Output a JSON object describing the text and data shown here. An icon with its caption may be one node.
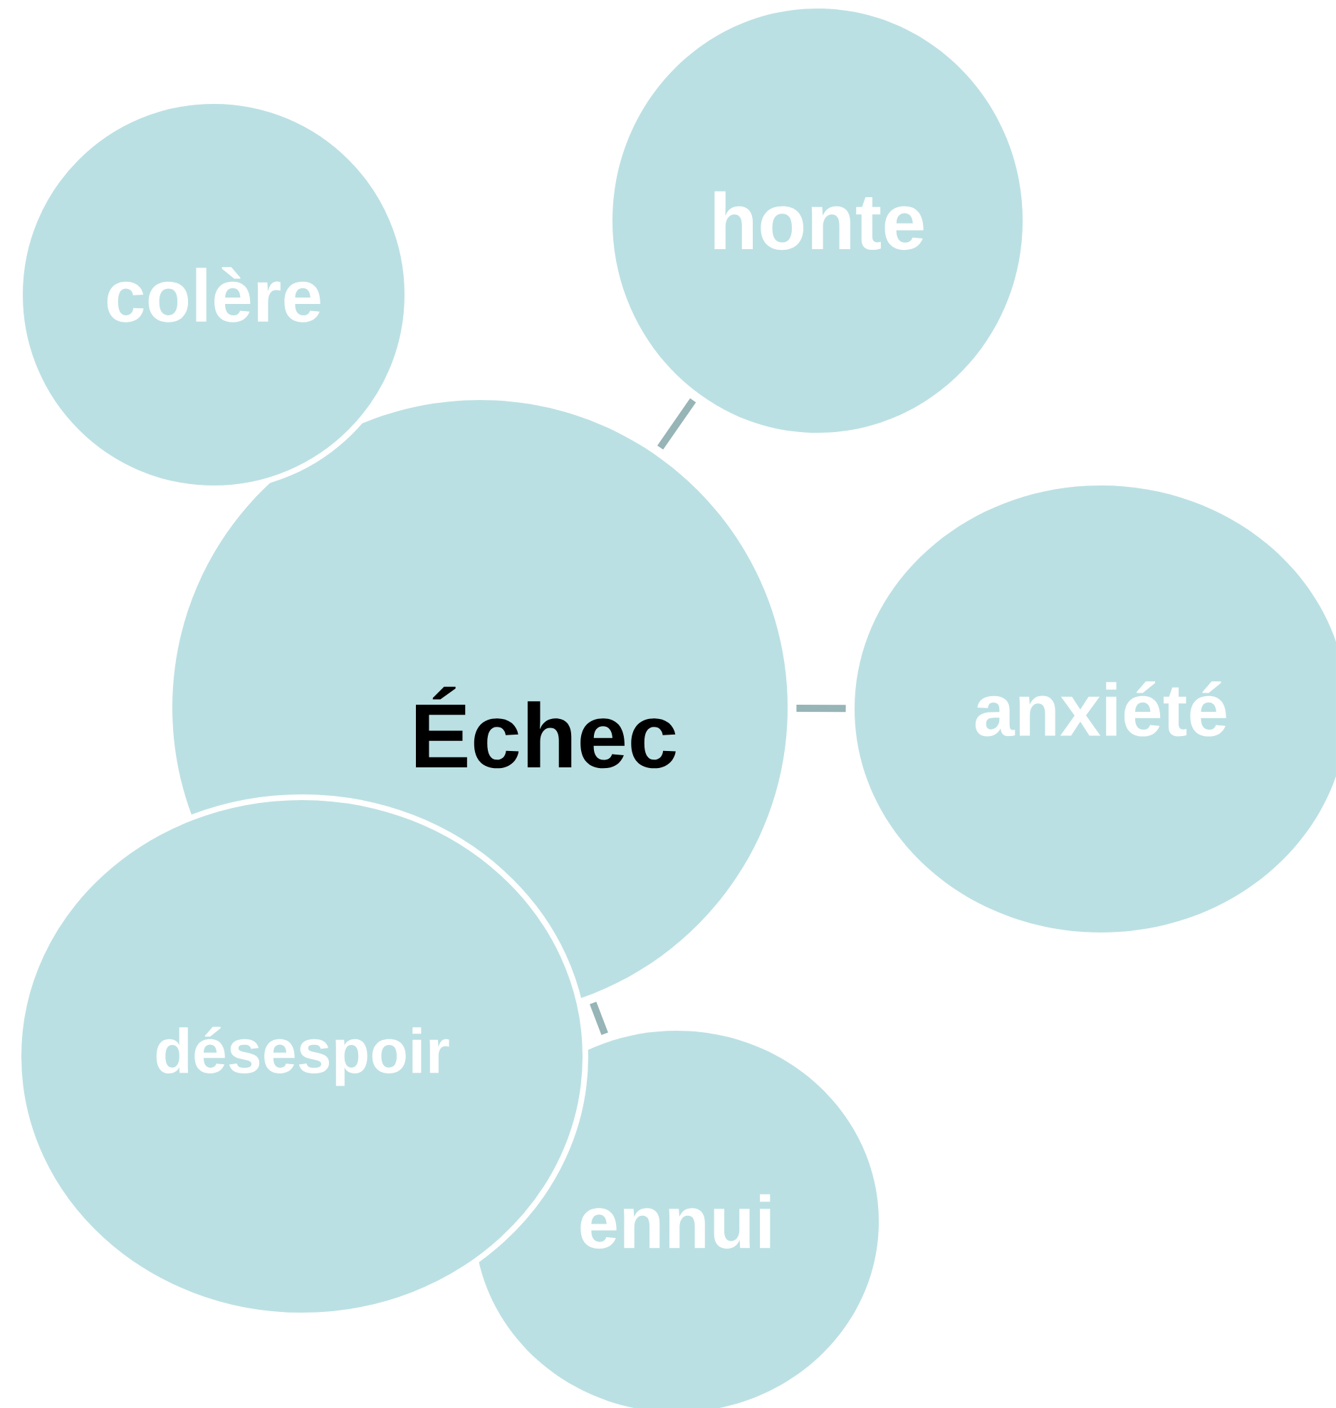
{
  "diagram": {
    "nodes": [
      {
        "text": [
          "colère"
        ]
      },
      {
        "text": [
          "honte"
        ]
      },
      {
        "text": [
          "Échec"
        ]
      },
      {
        "text": [
          "anxiété"
        ]
      },
      {
        "text": [
          "désespoir"
        ]
      },
      {
        "text": [
          "ennui"
        ]
      }
    ],
    "edges": [
      {
        "from": 2,
        "to": 1,
        "arrow": "none"
      },
      {
        "from": 2,
        "to": 3,
        "arrow": "none"
      },
      {
        "from": 2,
        "to": 5,
        "arrow": "none"
      }
    ]
  }
}
